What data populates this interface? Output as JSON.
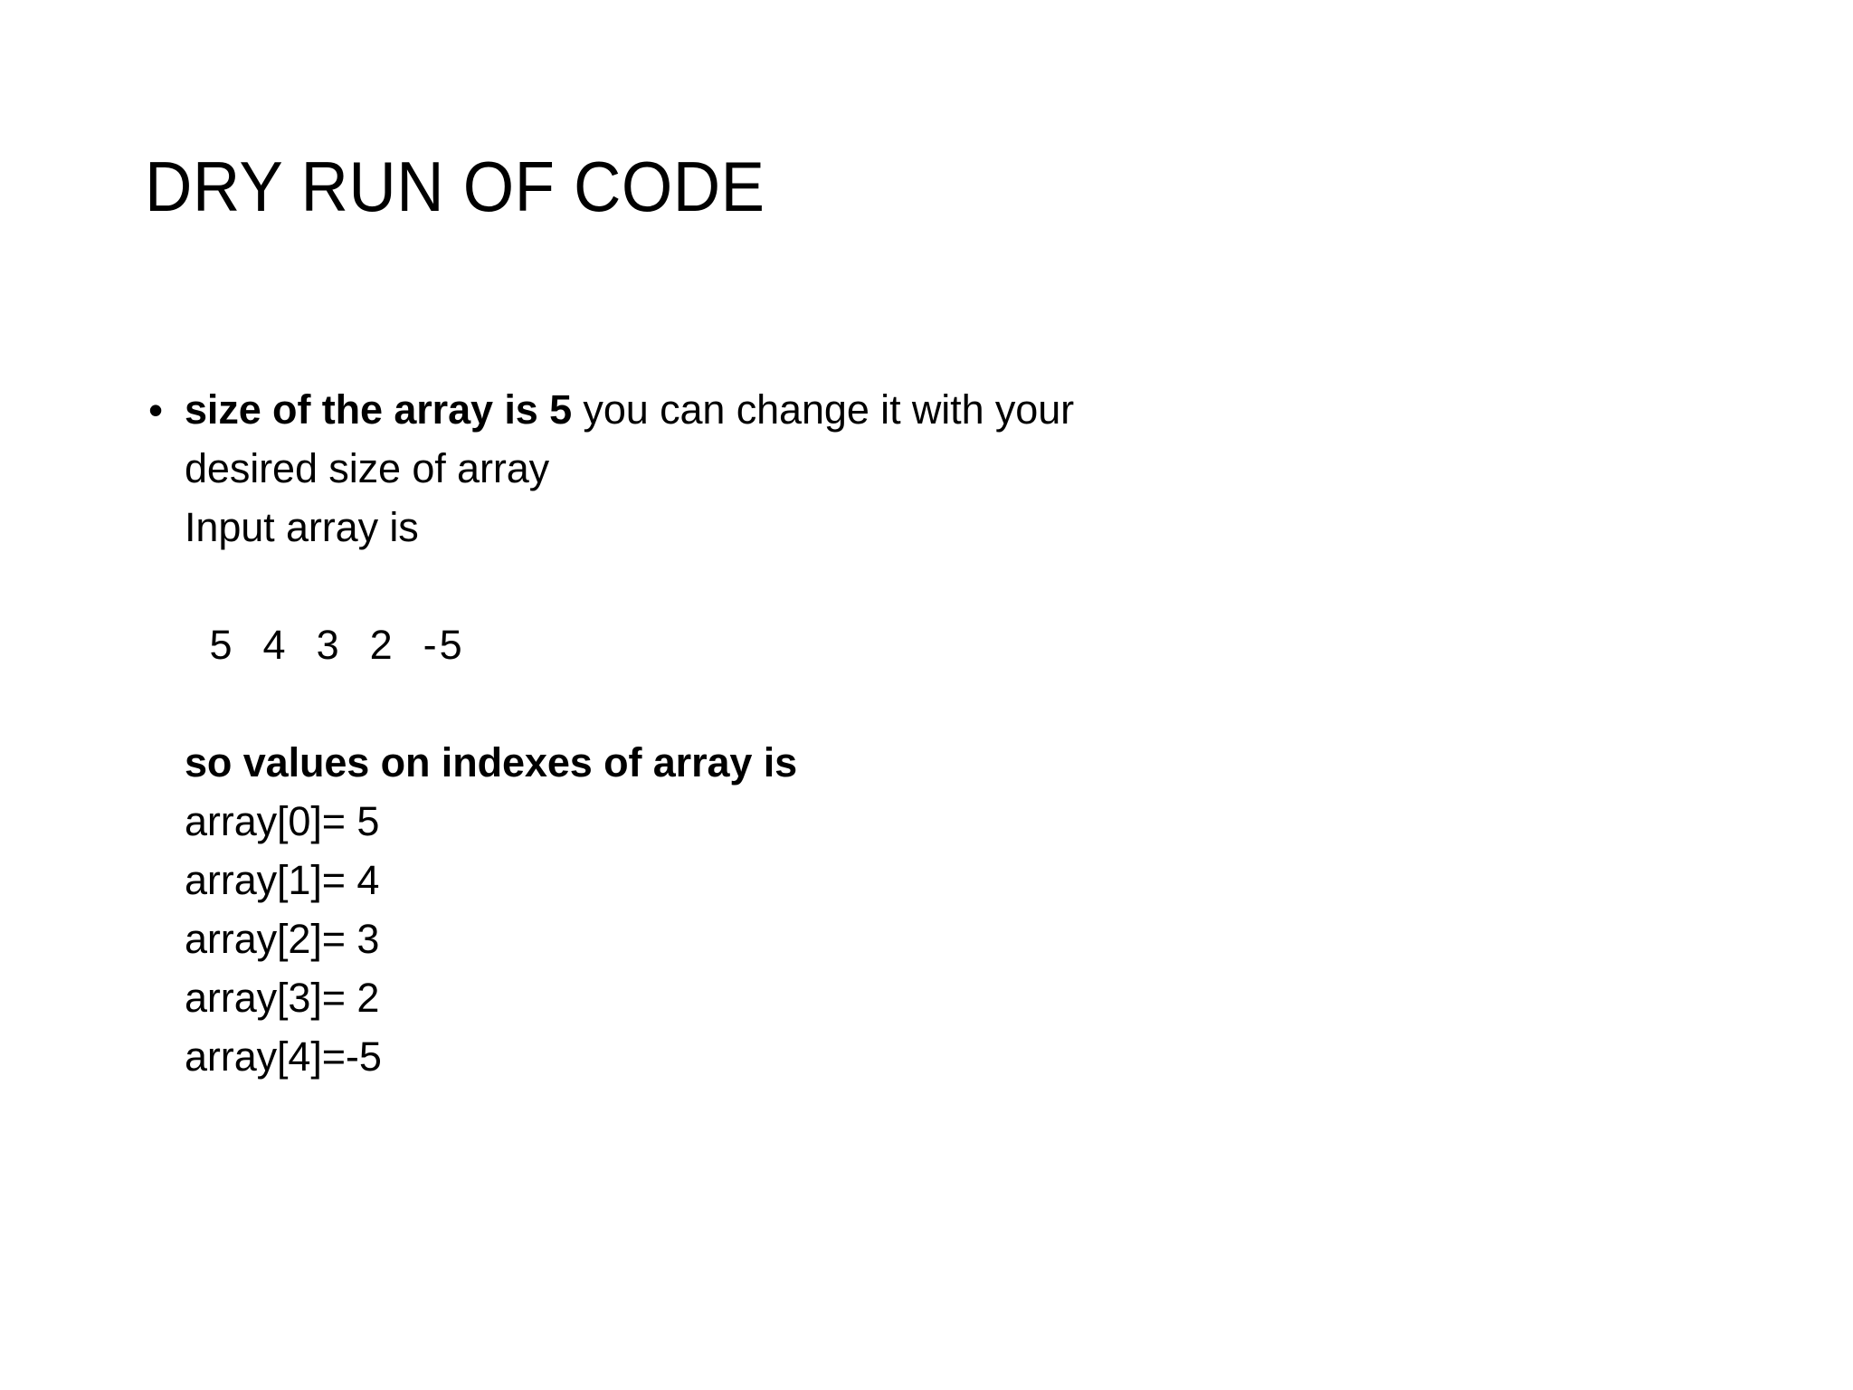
{
  "slide": {
    "background_color": "#ffffff",
    "text_color": "#000000",
    "title": "DRY RUN OF CODE",
    "bullet_marker": "•",
    "body": {
      "bullet_line": {
        "bold_part": "size of the array is 5",
        "regular_part": " you can change it with your"
      },
      "line_2": "desired size of array",
      "line_3": "Input array is",
      "blank_1": "",
      "array_values_line": " 5  4  3  2  -5",
      "blank_2": "",
      "section_heading": "so values on indexes of array is",
      "index_lines": [
        "array[0]= 5",
        "array[1]= 4",
        "array[2]= 3",
        "array[3]= 2",
        "array[4]=-5"
      ]
    },
    "array": {
      "size": 5,
      "values": [
        5,
        4,
        3,
        2,
        -5
      ],
      "indexes": [
        0,
        1,
        2,
        3,
        4
      ]
    }
  }
}
